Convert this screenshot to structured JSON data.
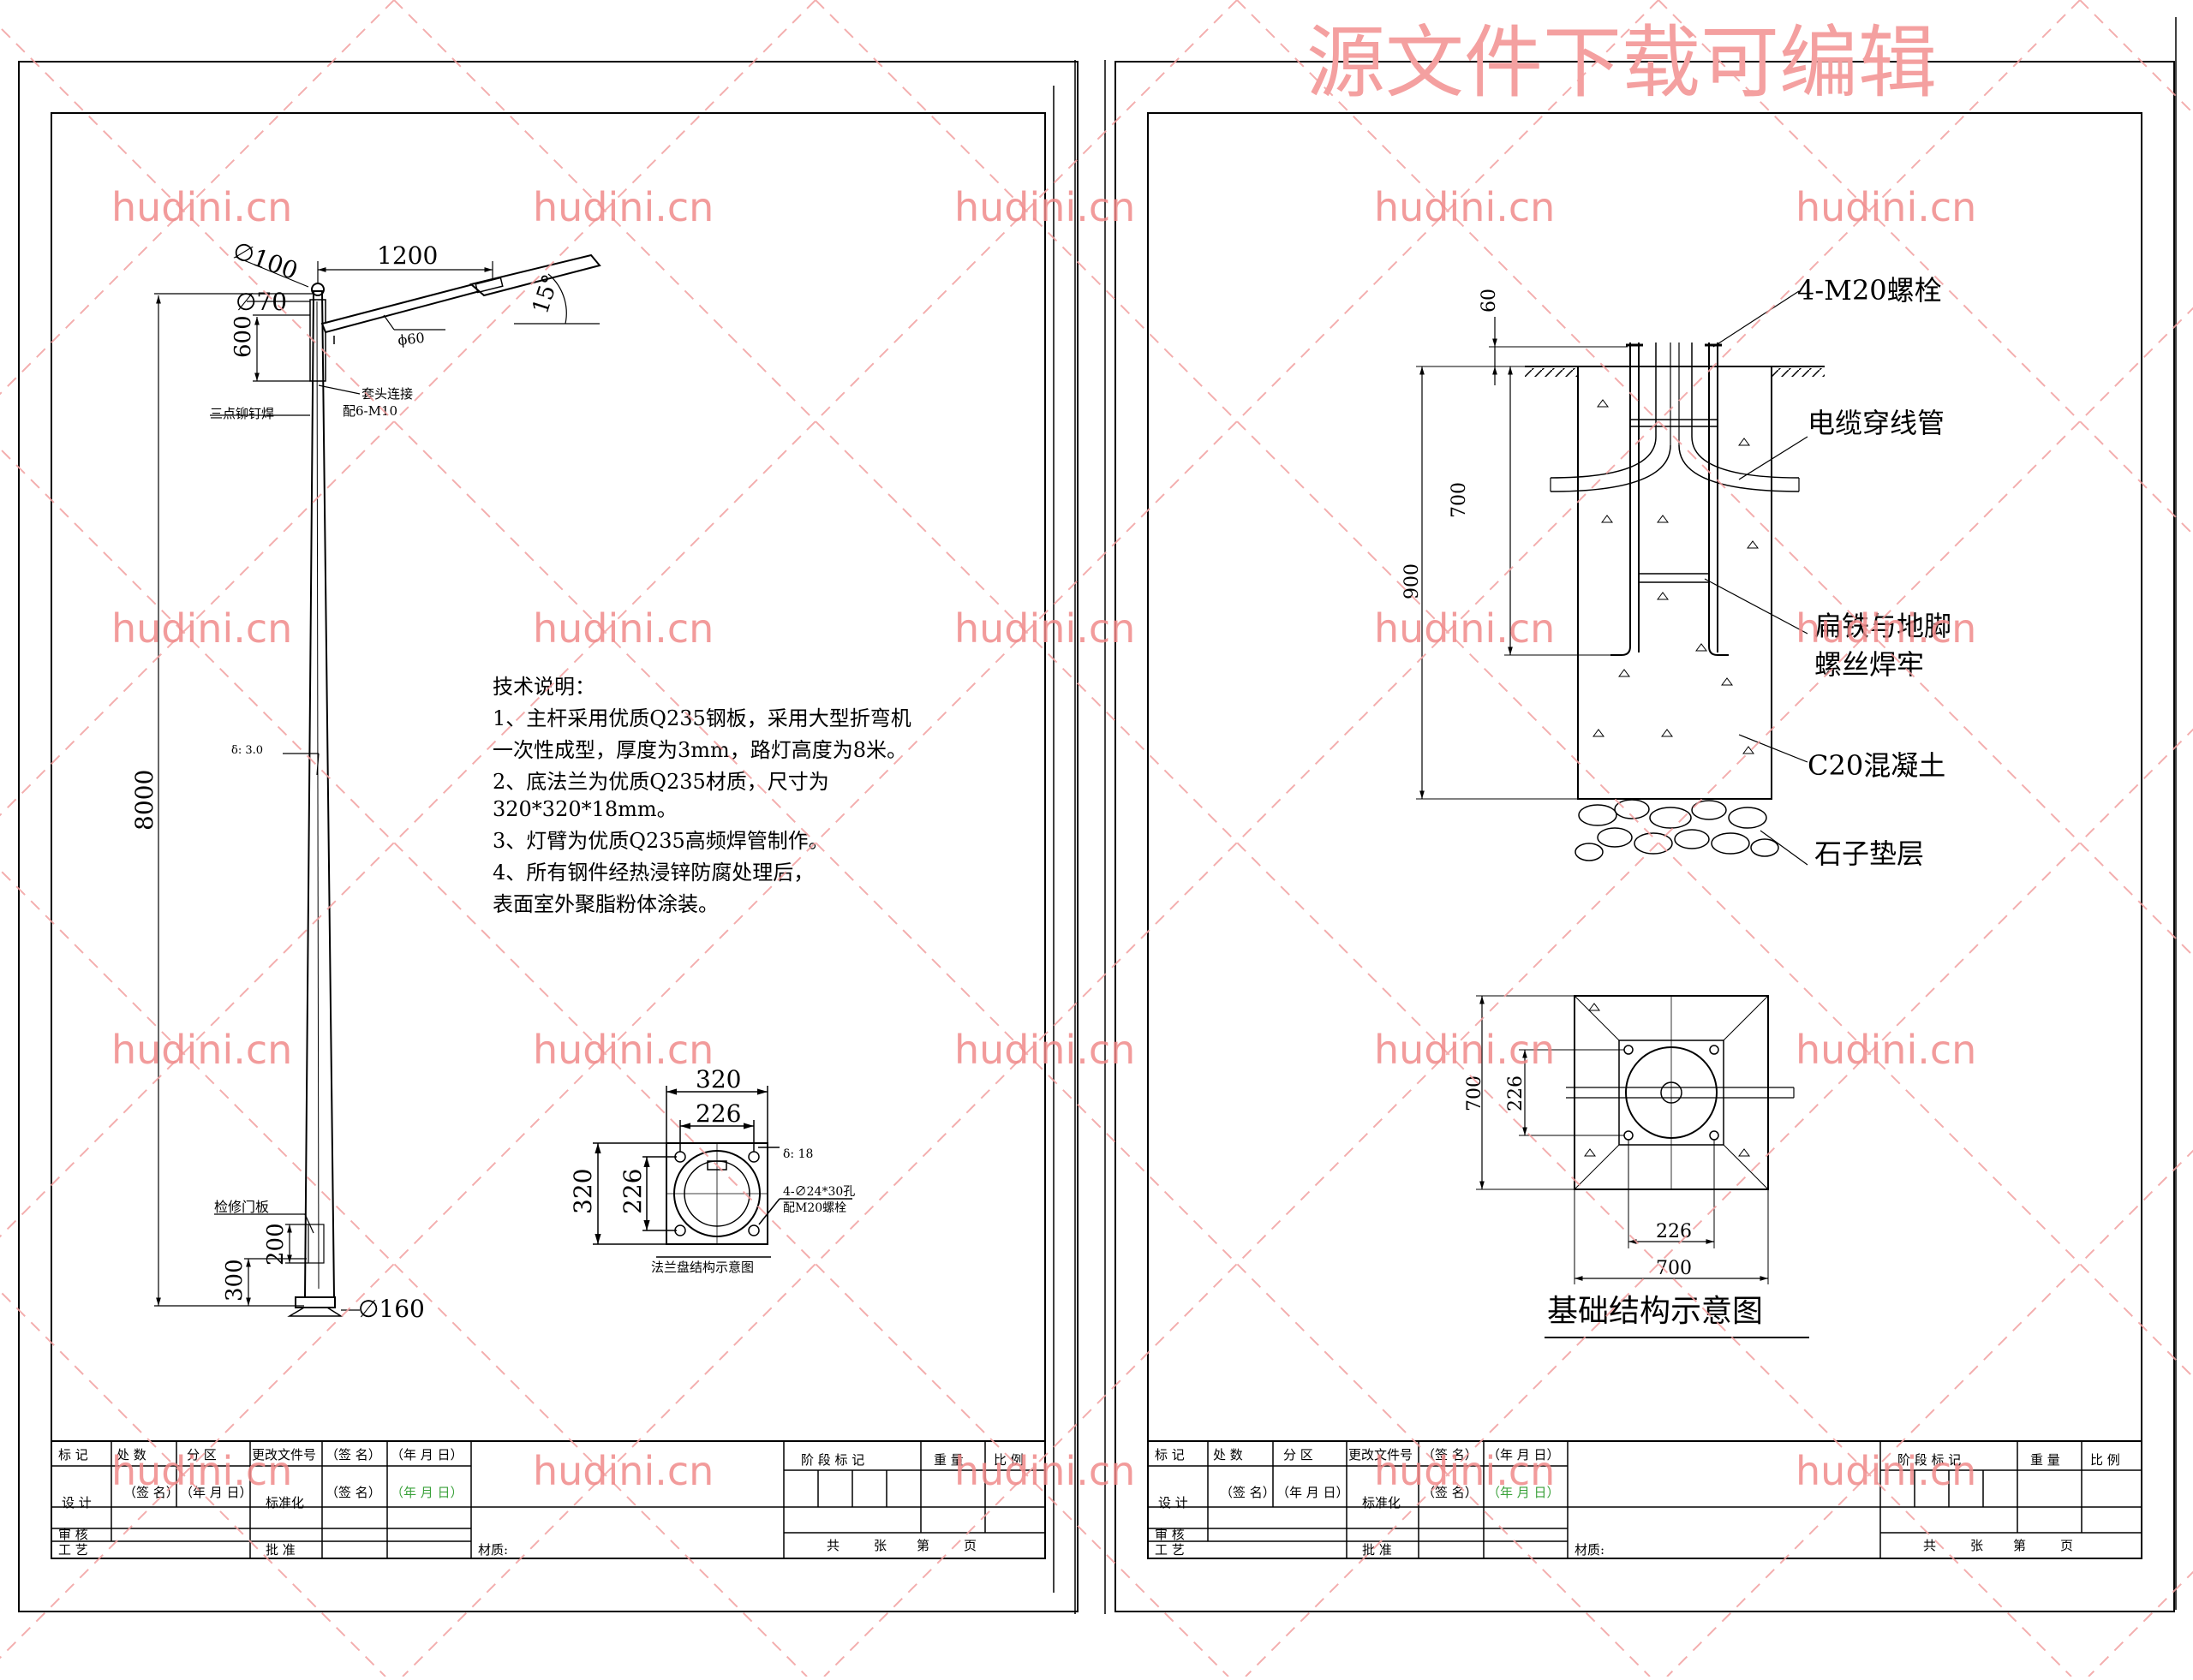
{
  "watermark": {
    "site": "hudini.cn",
    "banner": "源文件下载可编辑",
    "color": "#f08a8a"
  },
  "left_sheet": {
    "dims": {
      "arm_length": "1200",
      "lamp_dia": "∅100",
      "top_dia": "∅70",
      "arm_dia": "ϕ60",
      "angle": "15°",
      "top_len": "600",
      "height": "8000",
      "base_h": "300",
      "door_h": "200",
      "bottom_dia": "∅160",
      "thickness": "δ: 3.0"
    },
    "labels": {
      "sleeve": "套头连接",
      "sleeve_bolt": "配6-M10",
      "weld": "三点铆钉焊",
      "door": "检修门板"
    },
    "notes": {
      "title": "技术说明：",
      "lines": [
        "1、主杆采用优质Q235钢板，采用大型折弯机",
        "一次性成型，厚度为3mm，路灯高度为8米。",
        "2、底法兰为优质Q235材质，尺寸为",
        "320*320*18mm。",
        "3、灯臂为优质Q235高频焊管制作。",
        "4、所有钢件经热浸锌防腐处理后，",
        "表面室外聚脂粉体涂装。"
      ]
    },
    "flange": {
      "outer": "320",
      "inner": "226",
      "height_outer": "320",
      "height_inner": "226",
      "thickness": "δ: 18",
      "holes": "4-∅24*30孔",
      "bolts": "配M20螺栓",
      "caption": "法兰盘结构示意图"
    }
  },
  "right_sheet": {
    "dims": {
      "top": "60",
      "mid": "700",
      "total": "900",
      "plan_side": "700",
      "plan_inner": "226",
      "plan_bottom_inner": "226",
      "plan_bottom": "700"
    },
    "labels": {
      "bolts": "4-M20螺栓",
      "cable": "电缆穿线管",
      "flat_iron_1": "扁铁与地脚",
      "flat_iron_2": "螺丝焊牢",
      "concrete": "C20混凝土",
      "gravel": "石子垫层"
    },
    "caption": "基础结构示意图"
  },
  "title_block": {
    "row1": [
      "标 记",
      "处 数",
      "分 区",
      "更改文件号",
      "（签 名）",
      "（年 月 日）"
    ],
    "row2": [
      "设  计",
      "（签 名）",
      "（年 月 日）",
      "标准化",
      "（签 名）",
      "（年 月 日）"
    ],
    "review": "审  核",
    "process": "工  艺",
    "approve": "批  准",
    "material": "材质:",
    "stage": "阶 段 标 记",
    "weight": "重 量",
    "scale": "比 例",
    "sheets": [
      "共",
      "张",
      "第",
      "页"
    ]
  }
}
